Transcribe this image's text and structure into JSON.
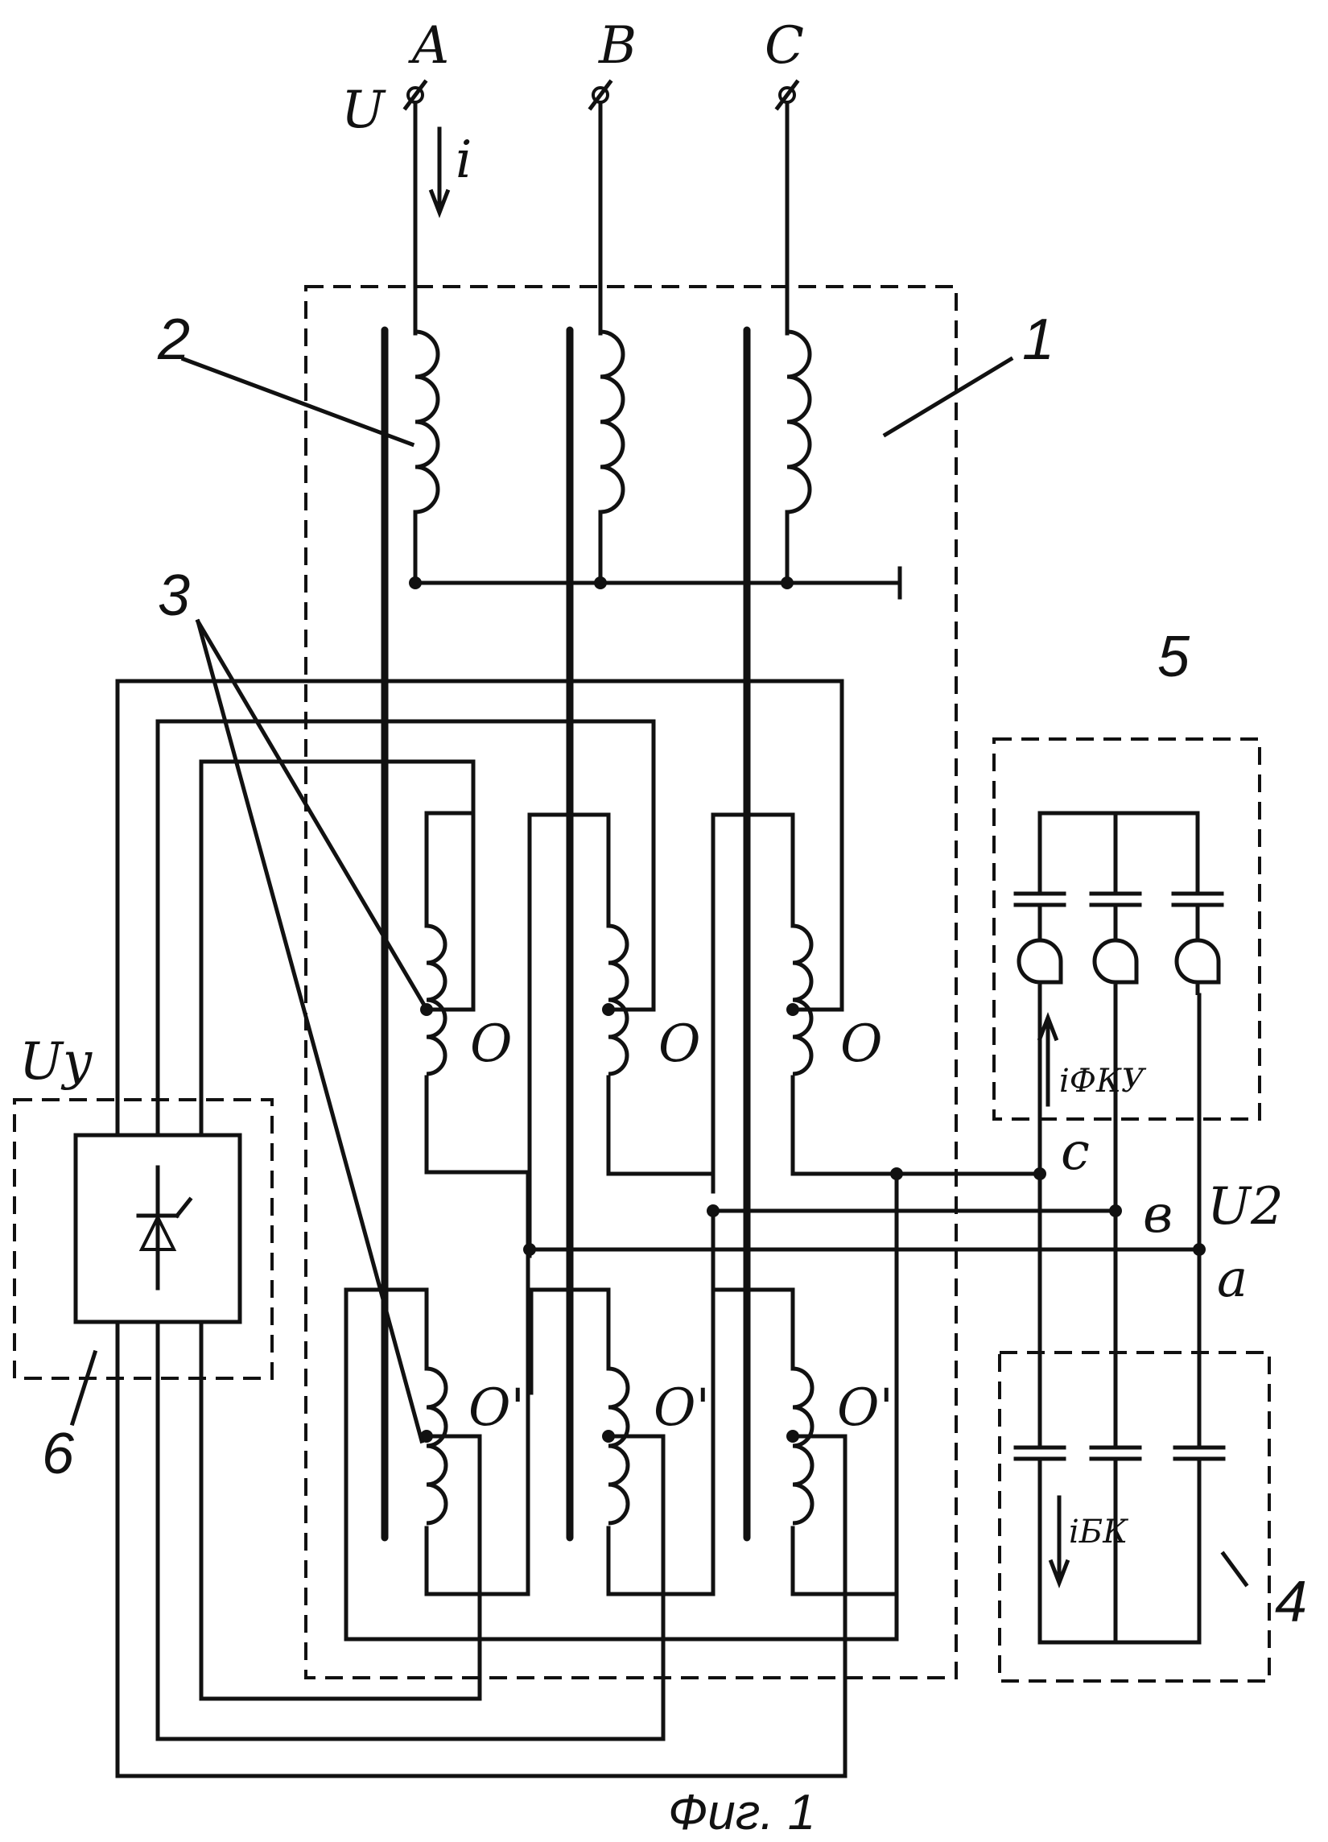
{
  "phases": [
    "A",
    "B",
    "C"
  ],
  "supply": {
    "voltage": "U",
    "current": "i"
  },
  "tap_labels": {
    "upper": "O",
    "lower": "O'"
  },
  "output": {
    "voltage": "U2",
    "terminals": [
      "c",
      "в",
      "a"
    ]
  },
  "control": {
    "voltage": "Uy"
  },
  "currents": {
    "fcu": "iФКУ",
    "bk": "iБК"
  },
  "refs": [
    "1",
    "2",
    "3",
    "4",
    "5",
    "6"
  ],
  "caption": "Фиг. 1"
}
